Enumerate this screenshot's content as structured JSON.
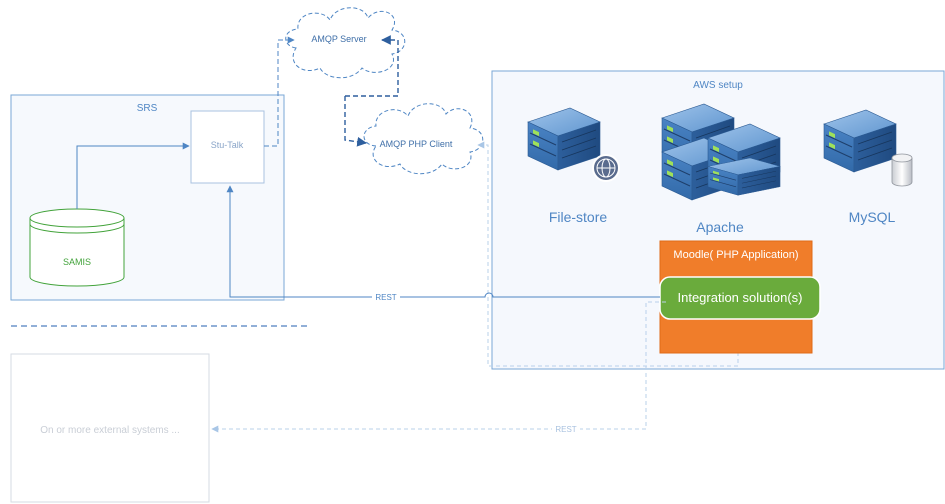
{
  "nodes": {
    "srs": {
      "label": "SRS"
    },
    "stu_talk": {
      "label": "Stu-Talk"
    },
    "samis": {
      "label": "SAMIS"
    },
    "amqp_server": {
      "label": "AMQP Server"
    },
    "amqp_php_client": {
      "label": "AMQP PHP Client"
    },
    "aws_setup": {
      "label": "AWS setup"
    },
    "file_store": {
      "label": "File-store"
    },
    "apache": {
      "label": "Apache"
    },
    "mysql": {
      "label": "MySQL"
    },
    "moodle": {
      "label": "Moodle( PHP Application)"
    },
    "integration": {
      "label": "Integration solution(s)"
    },
    "external": {
      "label": "On or more external systems ..."
    }
  },
  "edges": {
    "rest_srs": {
      "label": "REST"
    },
    "rest_external": {
      "label": "REST"
    }
  },
  "colors": {
    "frame": "#7aa7d6",
    "frame_fill": "#f5f8fd",
    "flow": "#4f86c4",
    "dashed_flow": "#2e5f9e",
    "light_flow": "#a9c6e6",
    "samis": "#43a33b",
    "moodle": "#f07d2a",
    "integration": "#6aab3c",
    "server_blue": "#3f77b8",
    "faint": "#d0d6df"
  }
}
